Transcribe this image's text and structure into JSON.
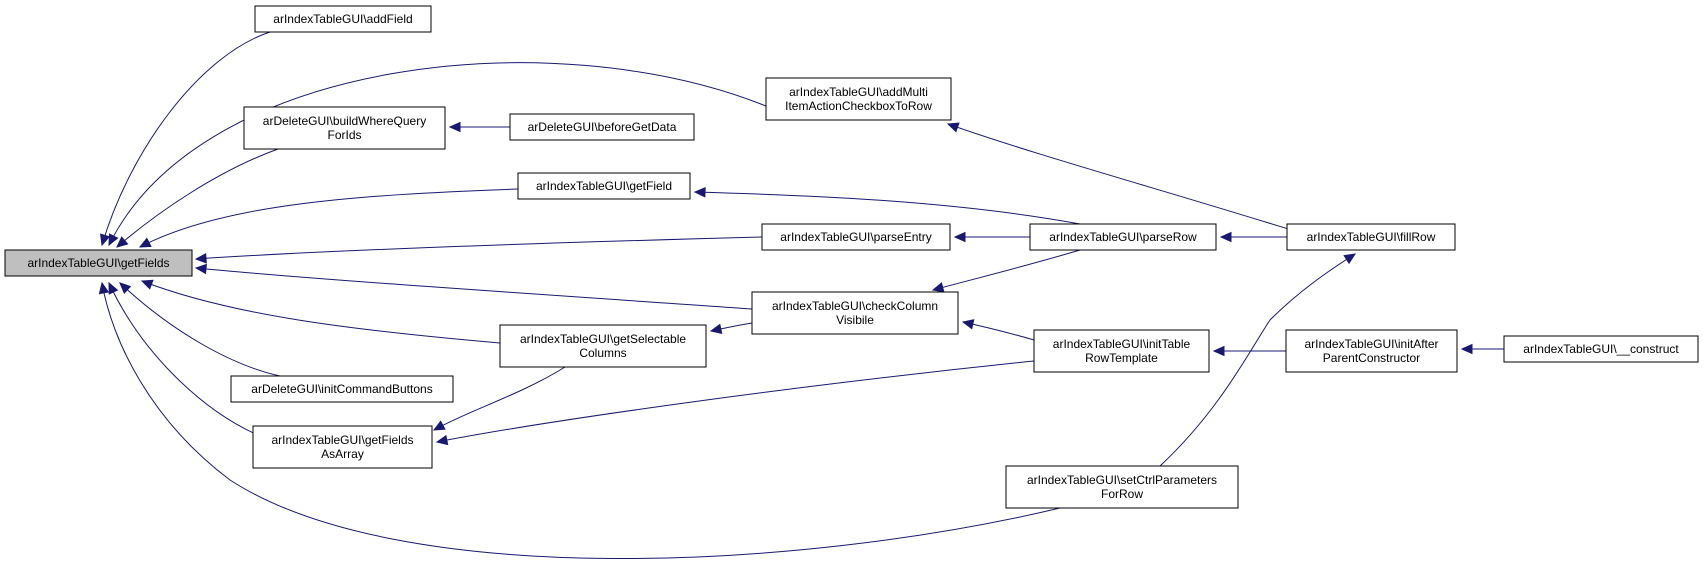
{
  "graph": {
    "edge_color": "#191970",
    "root_fill": "#bfbfbf",
    "nodes": [
      {
        "id": "getFields",
        "lines": [
          "arIndexTableGUI\\getFields"
        ],
        "root": true
      },
      {
        "id": "addField",
        "lines": [
          "arIndexTableGUI\\addField"
        ]
      },
      {
        "id": "addMulti",
        "lines": [
          "arIndexTableGUI\\addMulti",
          "ItemActionCheckboxToRow"
        ]
      },
      {
        "id": "buildWhere",
        "lines": [
          "arDeleteGUI\\buildWhereQuery",
          "ForIds"
        ]
      },
      {
        "id": "beforeGetData",
        "lines": [
          "arDeleteGUI\\beforeGetData"
        ]
      },
      {
        "id": "getField",
        "lines": [
          "arIndexTableGUI\\getField"
        ]
      },
      {
        "id": "parseEntry",
        "lines": [
          "arIndexTableGUI\\parseEntry"
        ]
      },
      {
        "id": "parseRow",
        "lines": [
          "arIndexTableGUI\\parseRow"
        ]
      },
      {
        "id": "fillRow",
        "lines": [
          "arIndexTableGUI\\fillRow"
        ]
      },
      {
        "id": "checkColumn",
        "lines": [
          "arIndexTableGUI\\checkColumn",
          "Visibile"
        ]
      },
      {
        "id": "getSelectable",
        "lines": [
          "arIndexTableGUI\\getSelectable",
          "Columns"
        ]
      },
      {
        "id": "initTable",
        "lines": [
          "arIndexTableGUI\\initTable",
          "RowTemplate"
        ]
      },
      {
        "id": "initAfter",
        "lines": [
          "arIndexTableGUI\\initAfter",
          "ParentConstructor"
        ]
      },
      {
        "id": "construct",
        "lines": [
          "arIndexTableGUI\\__construct"
        ]
      },
      {
        "id": "initCommand",
        "lines": [
          "arDeleteGUI\\initCommandButtons"
        ]
      },
      {
        "id": "getFieldsAsArray",
        "lines": [
          "arIndexTableGUI\\getFields",
          "AsArray"
        ]
      },
      {
        "id": "setCtrl",
        "lines": [
          "arIndexTableGUI\\setCtrlParameters",
          "ForRow"
        ]
      }
    ],
    "edges": [
      {
        "from": "addField",
        "to": "getFields"
      },
      {
        "from": "addMulti",
        "to": "getFields"
      },
      {
        "from": "buildWhere",
        "to": "getFields"
      },
      {
        "from": "getField",
        "to": "getFields"
      },
      {
        "from": "parseEntry",
        "to": "getFields"
      },
      {
        "from": "checkColumn",
        "to": "getFields"
      },
      {
        "from": "getSelectable",
        "to": "getFields"
      },
      {
        "from": "initCommand",
        "to": "getFields"
      },
      {
        "from": "getFieldsAsArray",
        "to": "getFields"
      },
      {
        "from": "setCtrl",
        "to": "getFields"
      },
      {
        "from": "fillRow",
        "to": "addMulti"
      },
      {
        "from": "beforeGetData",
        "to": "buildWhere"
      },
      {
        "from": "parseRow",
        "to": "getField"
      },
      {
        "from": "parseRow",
        "to": "parseEntry"
      },
      {
        "from": "fillRow",
        "to": "parseRow"
      },
      {
        "from": "parseRow",
        "to": "checkColumn"
      },
      {
        "from": "initTable",
        "to": "checkColumn"
      },
      {
        "from": "checkColumn",
        "to": "getSelectable"
      },
      {
        "from": "getSelectable",
        "to": "getFieldsAsArray"
      },
      {
        "from": "initTable",
        "to": "getFieldsAsArray"
      },
      {
        "from": "initAfter",
        "to": "initTable"
      },
      {
        "from": "construct",
        "to": "initAfter"
      },
      {
        "from": "setCtrl",
        "to": "fillRow"
      }
    ]
  }
}
